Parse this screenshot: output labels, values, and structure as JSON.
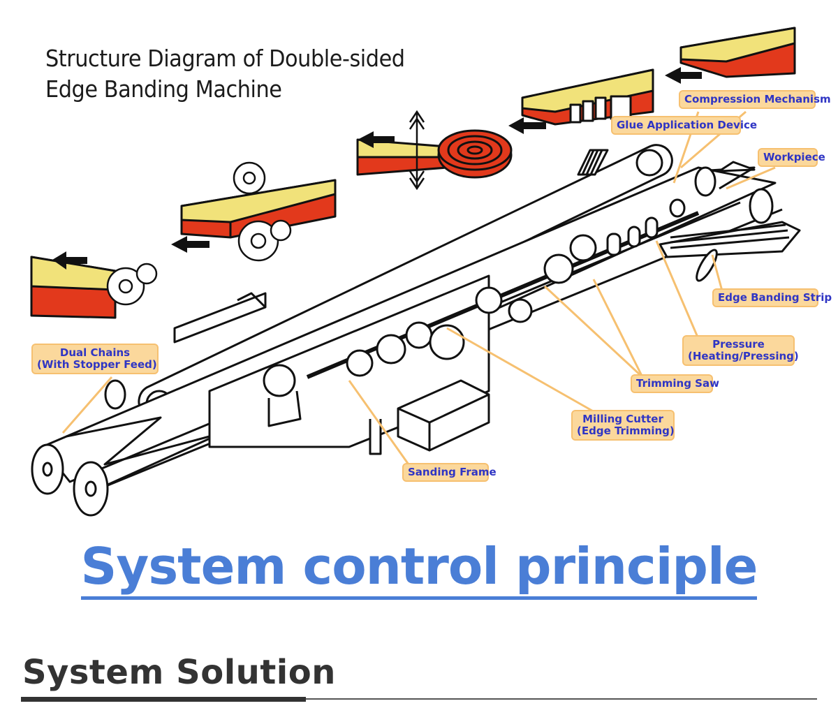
{
  "diagram": {
    "title_line1": "Structure Diagram of Double-sided",
    "title_line2": "Edge Banding Machine",
    "labels": {
      "compression": "Compression Mechanism",
      "glue": "Glue Application Device",
      "workpiece": "Workpiece",
      "edge_strip": "Edge Banding Strip",
      "pressure_line1": "Pressure",
      "pressure_line2": "(Heating/Pressing)",
      "trimming_saw": "Trimming Saw",
      "milling_line1": "Milling Cutter",
      "milling_line2": "(Edge Trimming)",
      "sanding": "Sanding Frame",
      "chains_line1": "Dual Chains",
      "chains_line2": "(With Stopper Feed)"
    },
    "colors": {
      "yellow": "#f1e27a",
      "red": "#e2391c",
      "callout_fill": "#fbd89c",
      "callout_text": "#2f35c4"
    }
  },
  "heading": {
    "text": "System control principle",
    "color": "#4a7ed6"
  },
  "solution": {
    "title": "System Solution"
  }
}
